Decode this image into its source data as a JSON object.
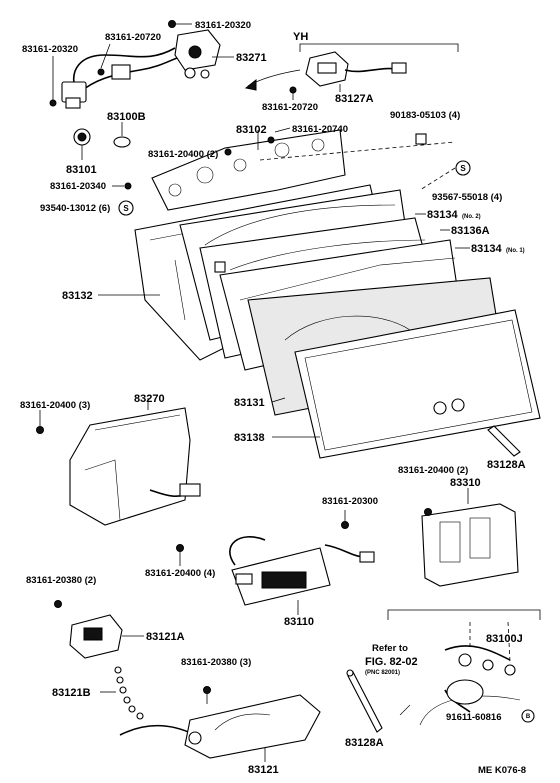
{
  "figure": {
    "group_label": "YH",
    "corner_code": "ME  K076-8",
    "refer_line1": "Refer to",
    "refer_line2": "FIG. 82-02",
    "refer_line3": "(PNC 82001)"
  },
  "parts": {
    "p83161_20320_top": "83161-20320",
    "p83161_20720_top": "83161-20720",
    "p83161_20320_left": "83161-20320",
    "p83271": "83271",
    "p83161_20720_mid": "83161-20720",
    "p83127A": "83127A",
    "p83100B": "83100B",
    "p83102": "83102",
    "p83161_20740": "83161-20740",
    "p90183_05103": "90183-05103 (4)",
    "p83101": "83101",
    "p83161_20400_2a": "83161-20400 (2)",
    "p83161_20340": "83161-20340",
    "p93567_55018": "93567-55018 (4)",
    "p93540_13012": "93540-13012 (6)",
    "p83134_no2": "83134",
    "p83134_no2_suffix": "(No. 2)",
    "p83136A": "83136A",
    "p83134_no1": "83134",
    "p83134_no1_suffix": "(No. 1)",
    "p83132": "83132",
    "p83131": "83131",
    "p83138": "83138",
    "p83128A_right": "83128A",
    "p83161_20400_3": "83161-20400 (3)",
    "p83270": "83270",
    "p83161_20400_2b": "83161-20400 (2)",
    "p83310": "83310",
    "p83161_20300": "83161-20300",
    "p83161_20400_4": "83161-20400 (4)",
    "p83110": "83110",
    "p83161_20380_2": "83161-20380 (2)",
    "p83121A": "83121A",
    "p83100J": "83100J",
    "p83161_20380_3": "83161-20380 (3)",
    "p83121B": "83121B",
    "p91611_60816": "91611-60816",
    "p83121": "83121",
    "p83128A_bottom": "83128A"
  },
  "callout_letters": {
    "s_right": "S",
    "s_left": "S",
    "b_small": "B"
  }
}
